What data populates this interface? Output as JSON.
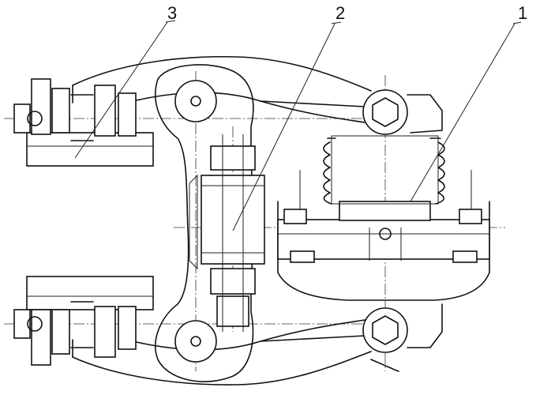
{
  "callouts": [
    {
      "label": "1",
      "target": "brake-cylinder"
    },
    {
      "label": "2",
      "target": "pull-rod"
    },
    {
      "label": "3",
      "target": "brake-shoe-assembly"
    }
  ],
  "colors": {
    "stroke": "#111111",
    "background": "#ffffff"
  }
}
